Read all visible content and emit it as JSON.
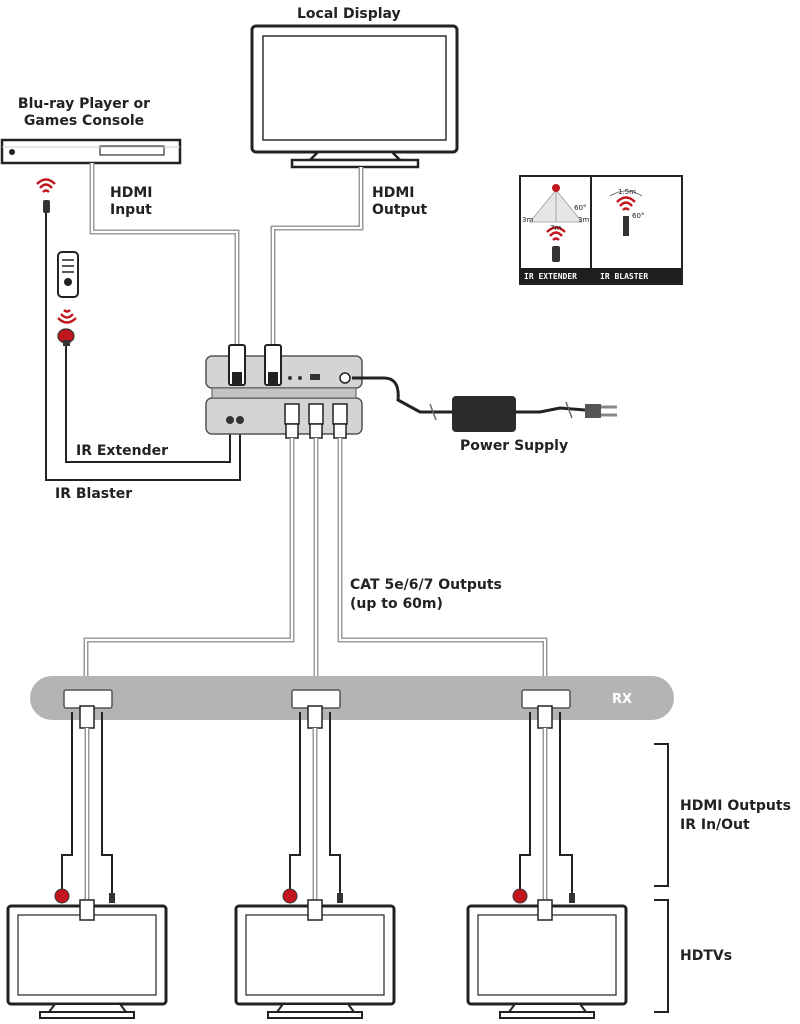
{
  "labels": {
    "local_display": "Local Display",
    "source": "Blu-ray Player or Games Console",
    "hdmi_input": "HDMI Input",
    "hdmi_output": "HDMI Output",
    "ir_extender": "IR Extender",
    "ir_blaster": "IR Blaster",
    "power_supply": "Power Supply",
    "cat_outputs": "CAT 5e/6/7 Outputs",
    "cat_outputs_range": "(up to 60m)",
    "rx": "RX",
    "hdmi_outputs_ir": "HDMI Outputs",
    "hdmi_outputs_ir_2": "IR In/Out",
    "hdtvs": "HDTVs"
  },
  "legend": {
    "ir_extender_caption": "IR EXTENDER",
    "ir_blaster_caption": "IR BLASTER",
    "angle_60_a": "60°",
    "angle_60_b": "60°",
    "dist_3m_left": "3m",
    "dist_3m_right": "3m",
    "dist_7m": "7m",
    "dist_1_5m": "1.5m"
  },
  "colors": {
    "cable": "#9a9a9a",
    "ir_red": "#c0161c",
    "device_dark": "#2b2b2b",
    "rx_bar": "#b4b4b4"
  }
}
